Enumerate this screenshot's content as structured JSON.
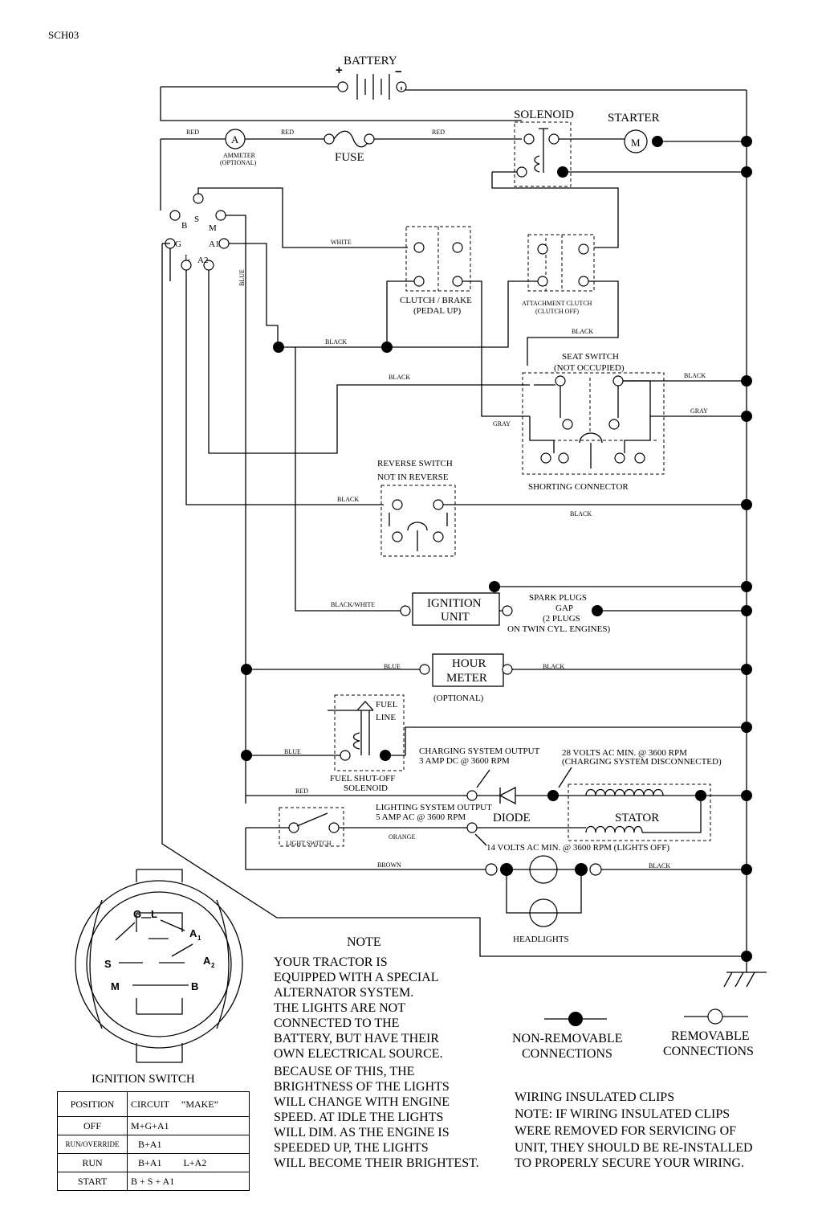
{
  "page_id": "SCH03",
  "components": {
    "battery": "BATTERY",
    "solenoid": "SOLENOID",
    "starter": "STARTER",
    "starter_symbol": "M",
    "ammeter_symbol": "A",
    "ammeter": "AMMETER",
    "ammeter_optional": "(OPTIONAL)",
    "fuse": "FUSE",
    "clutch_brake": "CLUTCH / BRAKE",
    "clutch_brake_state": "(PEDAL UP)",
    "attachment_clutch": "ATTACHMENT CLUTCH",
    "attachment_clutch_state": "(CLUTCH OFF)",
    "seat_switch": "SEAT SWITCH",
    "seat_switch_state": "(NOT OCCUPIED)",
    "shorting_connector": "SHORTING CONNECTOR",
    "reverse_switch": "REVERSE SWITCH",
    "reverse_state": "NOT IN REVERSE",
    "ignition_unit_1": "IGNITION",
    "ignition_unit_2": "UNIT",
    "spark_1": "SPARK PLUGS",
    "spark_2": "GAP",
    "spark_3": "(2 PLUGS",
    "spark_4": "ON TWIN CYL. ENGINES)",
    "hour_meter_1": "HOUR",
    "hour_meter_2": "METER",
    "hour_meter_optional": "(OPTIONAL)",
    "fuel_line_1": "FUEL",
    "fuel_line_2": "LINE",
    "fuel_solenoid_1": "FUEL SHUT-OFF",
    "fuel_solenoid_2": "SOLENOID",
    "charging_1": "CHARGING SYSTEM OUTPUT",
    "charging_2": "3 AMP DC @ 3600 RPM",
    "volts28_1": "28 VOLTS AC MIN. @ 3600 RPM",
    "volts28_2": "(CHARGING SYSTEM DISCONNECTED)",
    "lighting_1": "LIGHTING SYSTEM OUTPUT",
    "lighting_2": "5 AMP AC @ 3600 RPM",
    "diode": "DIODE",
    "stator": "STATOR",
    "volts14": "14 VOLTS AC MIN. @ 3600 RPM (LIGHTS OFF)",
    "light_switch": "LIGHT SWITCH",
    "headlights": "HEADLIGHTS"
  },
  "wire_colors": {
    "red": "RED",
    "white": "WHITE",
    "blue": "BLUE",
    "black": "BLACK",
    "gray": "GRAY",
    "black_white": "BLACK/WHITE",
    "orange": "ORANGE",
    "brown": "BROWN"
  },
  "terminals": {
    "b": "B",
    "s": "S",
    "m": "M",
    "g": "G",
    "l": "L",
    "a1": "A1",
    "a2": "A2",
    "a_sub": "A",
    "one": "1",
    "two": "2"
  },
  "ignition_switch": {
    "title": "IGNITION SWITCH",
    "header": [
      "POSITION",
      "CIRCUIT",
      "“MAKE”"
    ],
    "rows": [
      [
        "OFF",
        "M+G+A1",
        ""
      ],
      [
        "RUN/OVERRIDE",
        "B+A1",
        ""
      ],
      [
        "RUN",
        "B+A1",
        "L+A2"
      ],
      [
        "START",
        "B + S + A1",
        ""
      ]
    ]
  },
  "note": {
    "title": "NOTE",
    "lines": [
      "YOUR TRACTOR IS",
      "EQUIPPED WITH A SPECIAL",
      "ALTERNATOR SYSTEM.",
      "THE LIGHTS ARE NOT",
      "CONNECTED TO THE",
      "BATTERY, BUT HAVE THEIR",
      "OWN ELECTRICAL SOURCE.",
      "BECAUSE OF THIS, THE",
      "BRIGHTNESS OF THE LIGHTS",
      "WILL CHANGE WITH ENGINE",
      "SPEED.  AT IDLE THE LIGHTS",
      "WILL DIM.  AS THE ENGINE IS",
      "SPEEDED UP, THE LIGHTS",
      "WILL BECOME THEIR BRIGHTEST."
    ]
  },
  "legend": {
    "non_removable_1": "NON-REMOVABLE",
    "non_removable_2": "CONNECTIONS",
    "removable_1": "REMOVABLE",
    "removable_2": "CONNECTIONS"
  },
  "clips_note": [
    "WIRING INSULATED CLIPS",
    "NOTE:  IF WIRING INSULATED CLIPS",
    "WERE REMOVED FOR SERVICING OF",
    "UNIT, THEY SHOULD BE RE-INSTALLED",
    "TO PROPERLY SECURE YOUR WIRING."
  ]
}
